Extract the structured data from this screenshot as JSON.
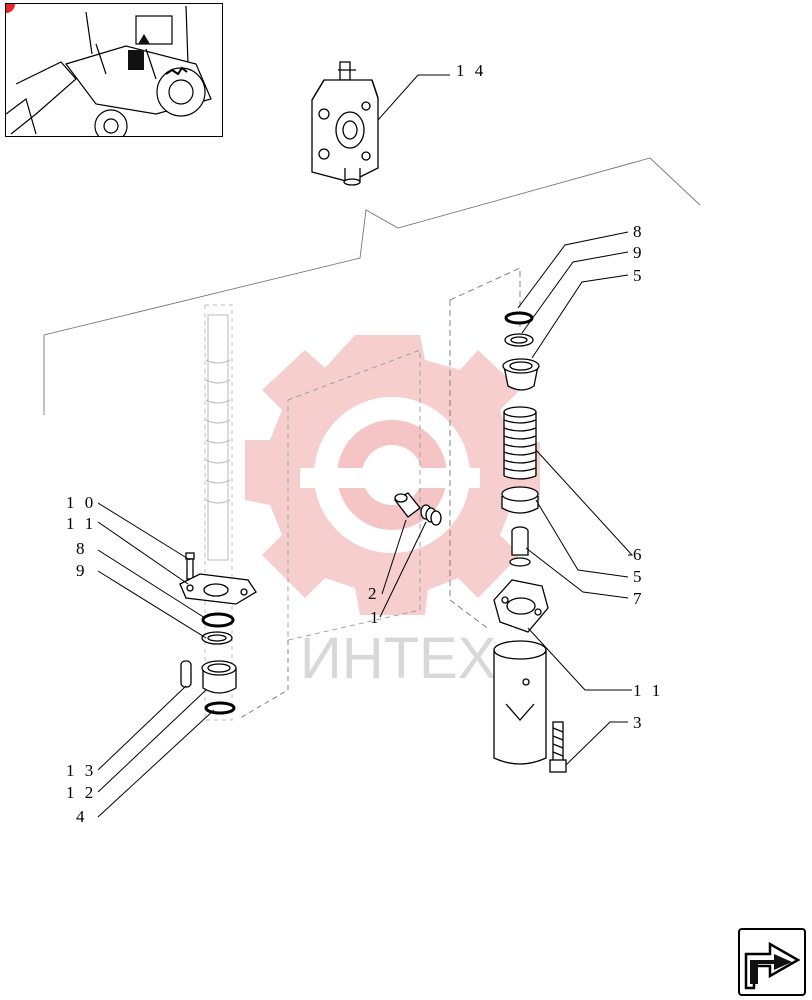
{
  "watermark": {
    "text": "ИНТЕХ",
    "color": "#f5c5c5"
  },
  "accent_color": "#e8232a",
  "thumbnail": {
    "icon": "backhoe-loader-icon"
  },
  "nav": {
    "icon": "next-page-arrow-icon"
  },
  "callouts": {
    "c1": "1",
    "c2": "2",
    "c3": "3",
    "c4": "4",
    "c5a": "5",
    "c5b": "5",
    "c6": "6",
    "c7": "7",
    "c8a": "8",
    "c8b": "8",
    "c9a": "9",
    "c9b": "9",
    "c10": "1 0",
    "c11a": "1 1",
    "c11b": "1 1",
    "c12": "1 2",
    "c13": "1 3",
    "c14": "1 4"
  }
}
